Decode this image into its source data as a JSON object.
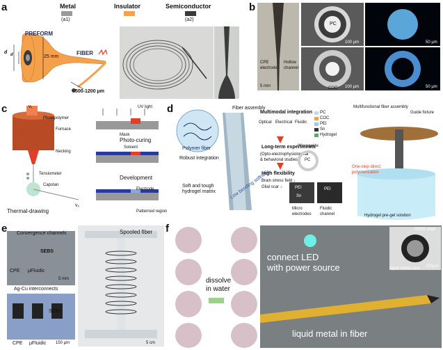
{
  "panels": {
    "a": "a",
    "b": "b",
    "c": "c",
    "d": "d",
    "e": "e",
    "f": "f"
  },
  "legend": {
    "metal": "Metal",
    "insulator": "Insulator",
    "semiconductor": "Semiconductor",
    "a1": "(a1)",
    "a2": "(a2)"
  },
  "a": {
    "preform": "PREFORM",
    "fiber": "FIBER",
    "size_preform": "25 mm",
    "size_fiber": "500-1200 μm",
    "d1": "d",
    "d2": "d"
  },
  "b": {
    "cpe": "CPE\nelectrode",
    "hollow": "Hollow\nchannel",
    "s5mm": "5 mm",
    "pc": "PC",
    "coc": "COC",
    "s100a": "100 μm",
    "s100b": "100 μm",
    "s50a": "50 μm",
    "s50b": "50 μm"
  },
  "c": {
    "v1": "v₁",
    "photopolymer": "Photopolymer",
    "furnace": "Furnace",
    "necking": "Necking",
    "tensiometer": "Tensiometer",
    "capstan": "Capstan",
    "thermal": "Thermal-drawing",
    "v2": "v₂",
    "uv": "UV light",
    "mask": "Mask",
    "photocuring": "Photo-curing",
    "solvent": "Solvent",
    "development": "Development",
    "electrode": "Electrode",
    "patterned": "Patterned region"
  },
  "d": {
    "fiber_assembly": "Fiber assembly",
    "polymer_fiber": "Polymer fiber",
    "robust": "Robust integration",
    "soft": "Soft and tough\nhydrogel matrix",
    "low_bending": "Low bending stiffness",
    "multimodal": "Multimodal integration",
    "optical": "Optical",
    "electrical": "Electrical",
    "fluidic": "Fluidic",
    "long_term": "Long-term experiments",
    "opto": "(Opto-electrophysiological\n& behavioral studies)",
    "high_flex": "High flexibility",
    "brain": "Brain stress field ↓",
    "glial": "Glial scar ↓",
    "pc": "PC",
    "coc": "COC",
    "pei": "PEI",
    "sn": "Sn",
    "hydrogel": "Hydrogel",
    "waveguide": "Waveguide",
    "micro": "Micro\nelectrodes",
    "fluidic_ch": "Fluidic\nchannel",
    "pei_a": "PEI",
    "sn_a": "Sn",
    "pei_b": "PEI",
    "multifunctional": "Multifunctional fiber assembly",
    "guide": "Guide fixture",
    "one_step": "One-step direct\npolymerization",
    "pregel": "Hydrogel pre-gel solution",
    "pc_ring": "PC"
  },
  "e": {
    "convergence": "Convergence channels",
    "sebs": "SEBS",
    "cpe": "CPE",
    "ufluidic": "μFluidic",
    "s5mm": "5 mm",
    "agcu": "Ag-Cu interconnects",
    "sebs2": "SEBS",
    "cpe2": "CPE",
    "ufluidic2": "μFluidic",
    "s150": "150 μm",
    "spooled": "Spooled fiber",
    "s5cm": "5 cm"
  },
  "f": {
    "dissolve": "dissolve\nin water",
    "connect": "connect LED\nwith power source",
    "liquid": "liquid metal in fiber",
    "sebs_shell": "SEBS shell",
    "lm_core": "liquid metal core",
    "s200": "200μm"
  },
  "colors": {
    "metal": "#9a9a9a",
    "insulator": "#f5a04a",
    "semiconductor": "#3a3a3a",
    "accent_red": "#e0402a"
  }
}
